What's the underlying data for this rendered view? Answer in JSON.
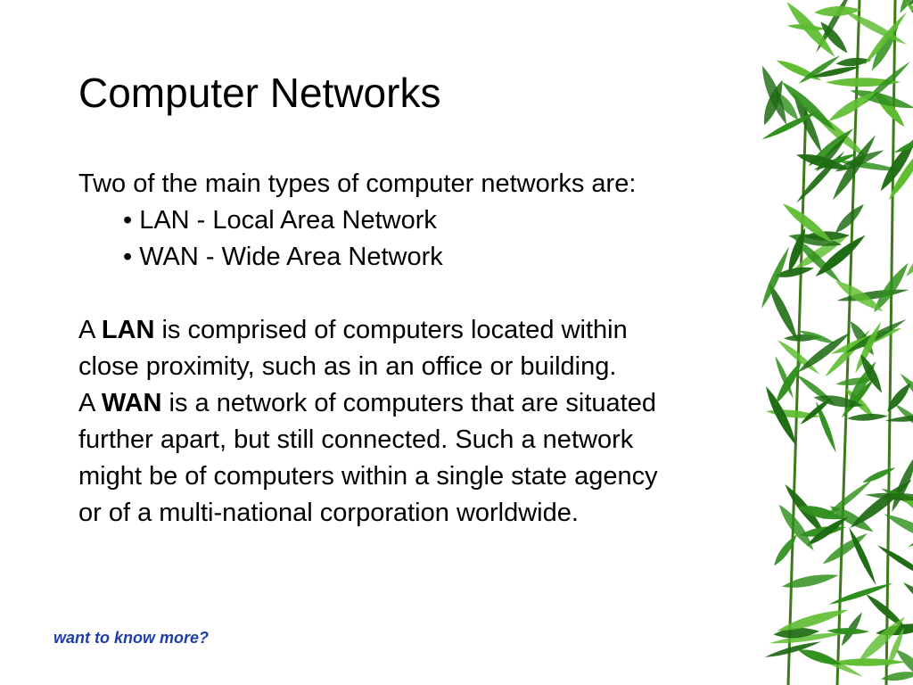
{
  "slide": {
    "title": "Computer Networks",
    "intro": "Two of the main types of computer networks are:",
    "bullets": [
      "• LAN - Local Area Network",
      "• WAN - Wide Area Network"
    ],
    "lan_paragraph": {
      "prefix": "A ",
      "term": "LAN",
      "line1_rest": " is comprised of computers located within",
      "line2": "close proximity, such as in an office or building."
    },
    "wan_paragraph": {
      "prefix": "A ",
      "term": "WAN",
      "line1_rest": " is a network of computers that are situated",
      "line2": "further apart, but still connected.  Such a network",
      "line3": "might be of  computers within a single state agency",
      "line4": "or of a multi-national corporation worldwide."
    },
    "link_text": "want to know more?"
  },
  "colors": {
    "link": "#1f3fa6",
    "leaf_dark": "#1e6b12",
    "leaf_mid": "#2f8f1c",
    "leaf_light": "#5cbc2e"
  },
  "icons": {
    "decoration": "bamboo-leaves-icon"
  }
}
